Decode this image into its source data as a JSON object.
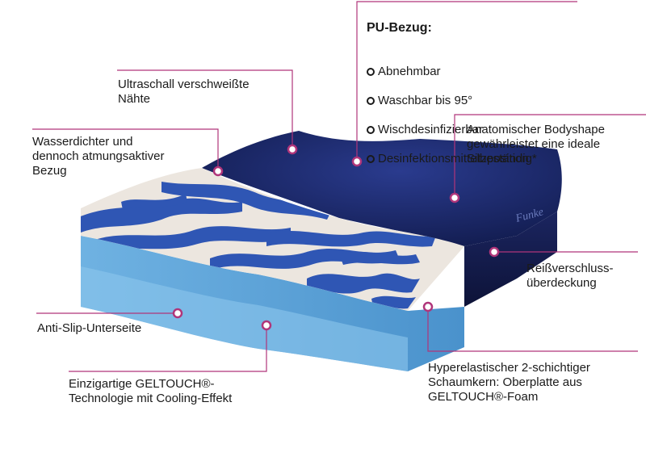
{
  "colors": {
    "accent": "#b0357a",
    "cover_dark": "#1c2a6e",
    "foam_light": "#5ea6d8",
    "pattern_blue": "#2f56b4",
    "pattern_cream": "#ece6df"
  },
  "product_brand_mark": "Funke",
  "callouts": {
    "pu_cover": {
      "title": "PU-Bezug:",
      "items": [
        "Abnehmbar",
        "Waschbar bis 95°",
        "Wischdesinfizierbar",
        "Desinfektionsmittelbeständig*"
      ]
    },
    "ultrasonic": "Ultraschall verschweißte\nNähte",
    "waterproof": "Wasserdichter und\ndennoch atmungsaktiver\nBezug",
    "anatomic": "Anatomischer Bodyshape\ngewährleistet eine ideale\nSitzposition",
    "zipper": "Reißverschluss-\nüberdeckung",
    "antislip": "Anti-Slip-Unterseite",
    "geltouch": "Einzigartige GELTOUCH®-\nTechnologie mit Cooling-Effekt",
    "foam_core": "Hyperelastischer 2-schichtiger\nSchaumkern: Oberplatte aus\nGELTOUCH®-Foam"
  }
}
